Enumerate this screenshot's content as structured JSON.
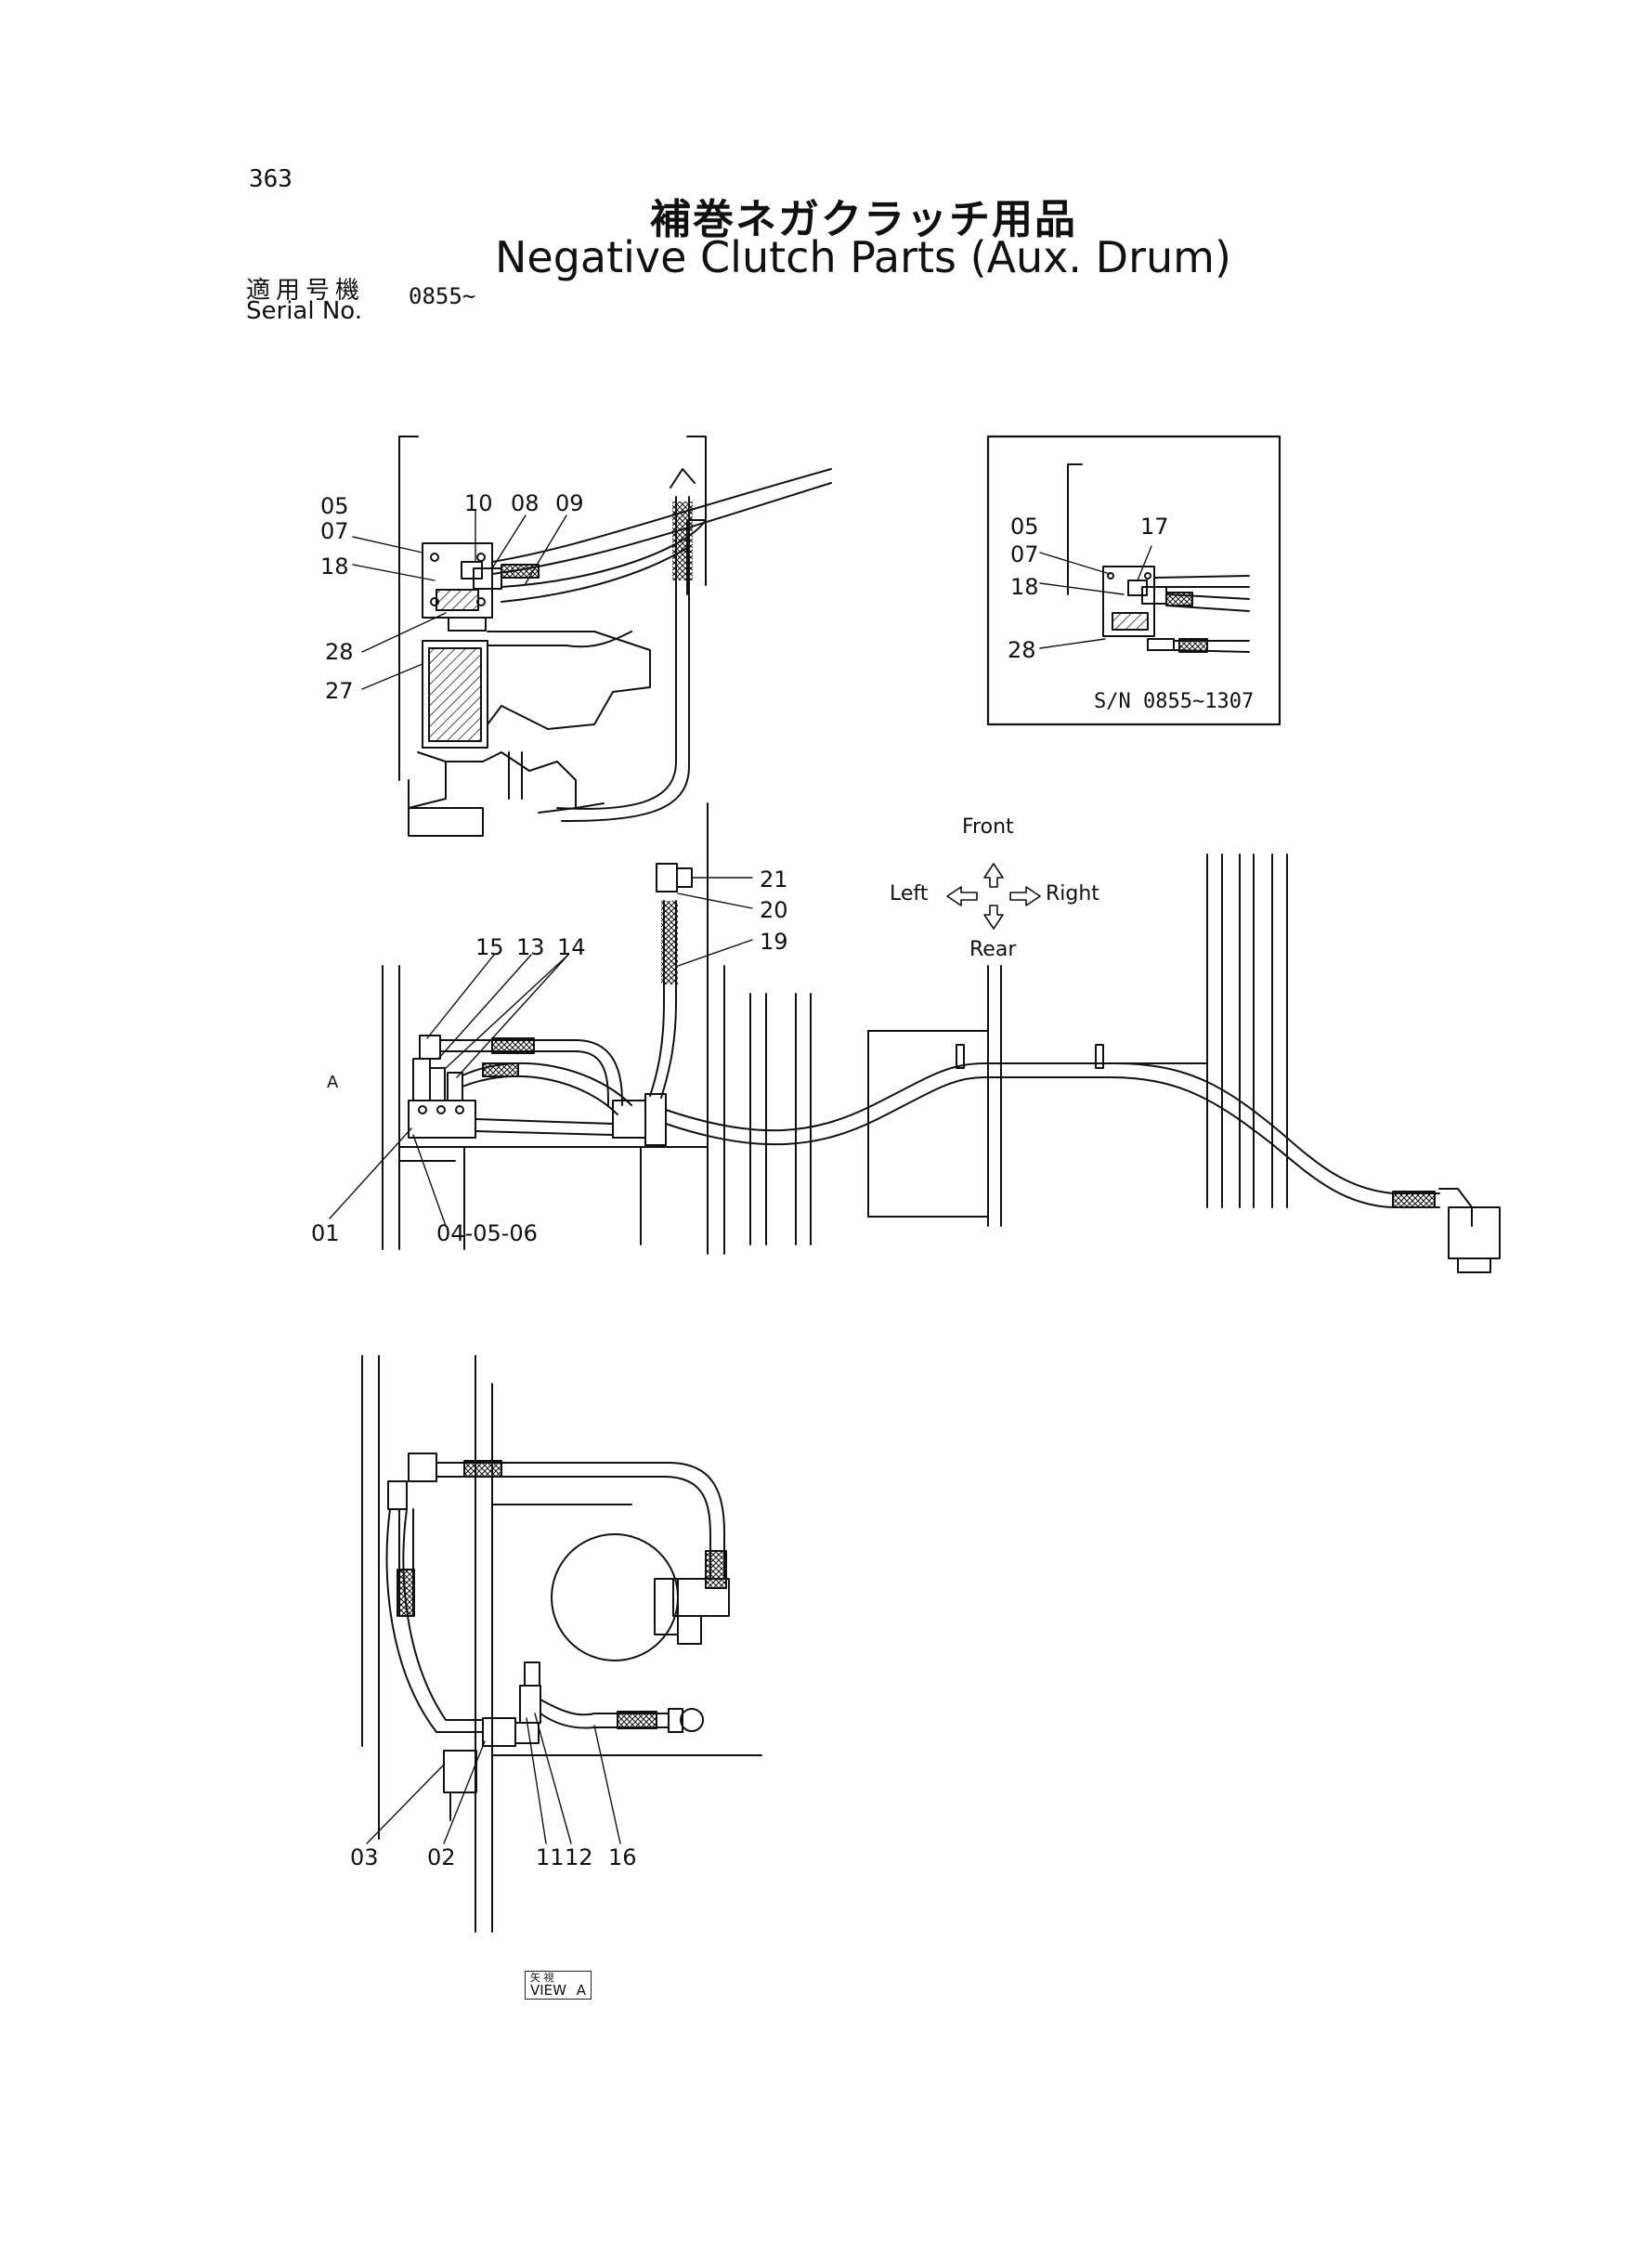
{
  "page_number": "363",
  "title_jp": "補巻ネガクラッチ用品",
  "title_en": "Negative Clutch Parts (Aux. Drum)",
  "serial_label_jp": "適用号機",
  "serial_label_en": "Serial No.",
  "serial_value": "0855~",
  "inset": {
    "serial_range": "S/N 0855~1307"
  },
  "compass": {
    "front": "Front",
    "rear": "Rear",
    "left": "Left",
    "right": "Right"
  },
  "view": {
    "jp": "矢 視",
    "en": "VIEW",
    "letter": "A"
  },
  "view_marker": "A",
  "part_labels": {
    "top_view": [
      "05",
      "07",
      "18",
      "28",
      "27",
      "10",
      "08",
      "09"
    ],
    "inset": [
      "05",
      "07",
      "17",
      "18",
      "28"
    ],
    "middle_view": [
      "15",
      "13",
      "14",
      "21",
      "20",
      "19",
      "01",
      "04-05-06"
    ],
    "view_a": [
      "03",
      "02",
      "11",
      "12",
      "16"
    ]
  },
  "colors": {
    "ink": "#111111",
    "background": "#ffffff"
  }
}
